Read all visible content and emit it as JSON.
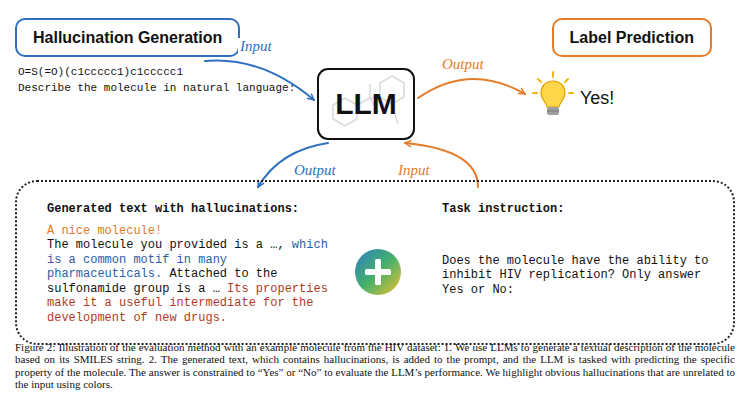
{
  "diagram": {
    "caption": "Figure 2: Illustration of the evaluation method with an example molecule from the HIV dataset: 1. We use LLMs to generate a textual description of the molecule based on its SMILES string. 2. The generated text, which contains hallucinations, is added to the prompt, and the LLM is tasked with predicting the specific property of the molecule. The answer is constrained to “Yes” or “No” to evaluate the LLM’s performance. We highlight obvious hallucinations that are unrelated to the input using colors.",
    "nodes": [
      {
        "text": [
          "Hallucination Generation"
        ]
      },
      {
        "text": [
          "O=S(=O)(c1ccccc1)c1ccccc1",
          "Describe the molecule in natural language:"
        ]
      },
      {
        "text": [
          "LLM"
        ]
      },
      {
        "text": [
          "Label Prediction"
        ]
      },
      {
        "text": [
          "Yes!"
        ]
      },
      {
        "text": []
      },
      {
        "text": [
          "Generated text with hallucinations:",
          "A nice molecule!",
          "The molecule you provided is a …,",
          "which is a common motif in many pharmaceuticals.",
          "Attached to the sulfonamide group is a …",
          "Its properties make it a useful intermediate for the development of new drugs."
        ],
        "in": 5
      },
      {
        "text": [
          "Task instruction:",
          "Does the molecule have the ability to inhibit HIV replication? Only answer Yes or No:"
        ],
        "in": 5
      }
    ],
    "edges": [
      {
        "from": 1,
        "to": 2,
        "arrow": "to",
        "label": "Input"
      },
      {
        "from": 2,
        "to": 4,
        "arrow": "to",
        "label": "Output"
      },
      {
        "from": 2,
        "to": 6,
        "arrow": "to",
        "label": "Output"
      },
      {
        "from": 7,
        "to": 2,
        "arrow": "to",
        "label": "Input"
      }
    ]
  }
}
